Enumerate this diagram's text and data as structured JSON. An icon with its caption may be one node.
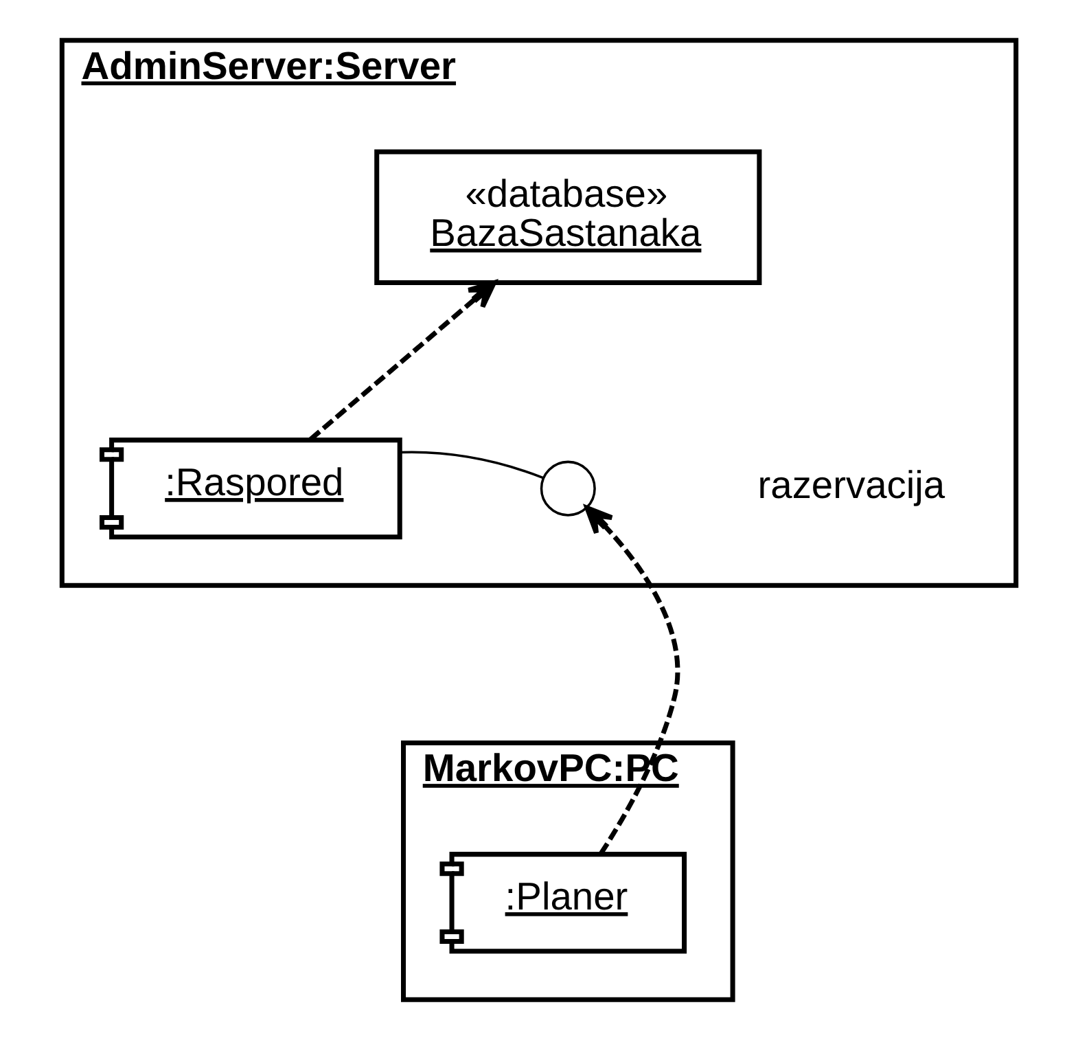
{
  "diagram": {
    "nodes": [
      {
        "text": [
          "AdminServer:Server"
        ]
      },
      {
        "text": [
          "«database»",
          "BazaSastanaka"
        ],
        "in": 0
      },
      {
        "text": [
          ":Raspored"
        ],
        "in": 0
      },
      {
        "text": [],
        "shape": "circle",
        "in": 0,
        "beside": [
          "razervacija"
        ]
      },
      {
        "text": [
          "MarkovPC:PC"
        ]
      },
      {
        "text": [
          ":Planer"
        ],
        "in": 4
      }
    ],
    "edges": [
      {
        "from": 2,
        "to": 1,
        "arrow": "to",
        "style": "dashed"
      },
      {
        "from": 2,
        "to": 3,
        "arrow": "none"
      },
      {
        "from": 5,
        "to": 3,
        "arrow": "to",
        "style": "dashed"
      }
    ]
  }
}
